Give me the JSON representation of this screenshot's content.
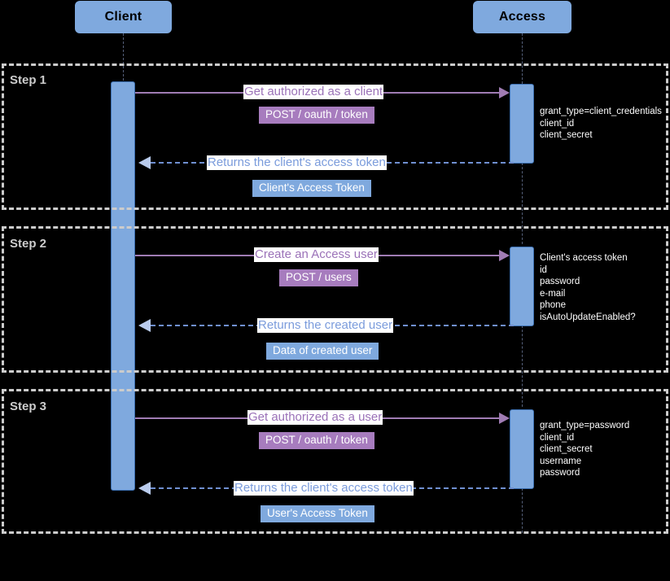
{
  "diagram": {
    "type": "sequence-diagram",
    "title": "",
    "colors": {
      "background": "#000000",
      "participant_fill": "#7FA9DE",
      "activation_fill": "#7FA9DE",
      "activation_border": "#3C6FB0",
      "request_arrow": "#A07CB4",
      "response_arrow": "#6F8FD0",
      "request_text": "#9B72B8",
      "response_text": "#7B9CDC",
      "request_badge": "#A77CBE",
      "response_badge": "#7FA9DE",
      "frame_border": "#cccccc",
      "frame_label": "#cccccc",
      "note_text": "#ffffff"
    },
    "participants": [
      {
        "id": "client",
        "label": "Client"
      },
      {
        "id": "access",
        "label": "Access"
      }
    ],
    "steps": [
      {
        "label": "Step 1",
        "request": {
          "text": "Get authorized as a client",
          "badge": "POST / oauth / token",
          "direction": "client-to-access"
        },
        "response": {
          "text": "Returns the client's access token",
          "badge": "Client's Access Token",
          "direction": "access-to-client"
        },
        "note": [
          "grant_type=client_credentials",
          "client_id",
          "client_secret"
        ]
      },
      {
        "label": "Step 2",
        "request": {
          "text": "Create an Access user",
          "badge": "POST / users",
          "direction": "client-to-access"
        },
        "response": {
          "text": "Returns the created user",
          "badge": "Data of created user",
          "direction": "access-to-client"
        },
        "note": [
          "Client's access token",
          "id",
          "password",
          "e-mail",
          "phone",
          "isAutoUpdateEnabled?"
        ]
      },
      {
        "label": "Step 3",
        "request": {
          "text": "Get authorized as a user",
          "badge": "POST / oauth / token",
          "direction": "client-to-access"
        },
        "response": {
          "text": "Returns the client's access token",
          "badge": "User's Access Token",
          "direction": "access-to-client"
        },
        "note": [
          "grant_type=password",
          "client_id",
          "client_secret",
          "username",
          "password"
        ]
      }
    ]
  }
}
